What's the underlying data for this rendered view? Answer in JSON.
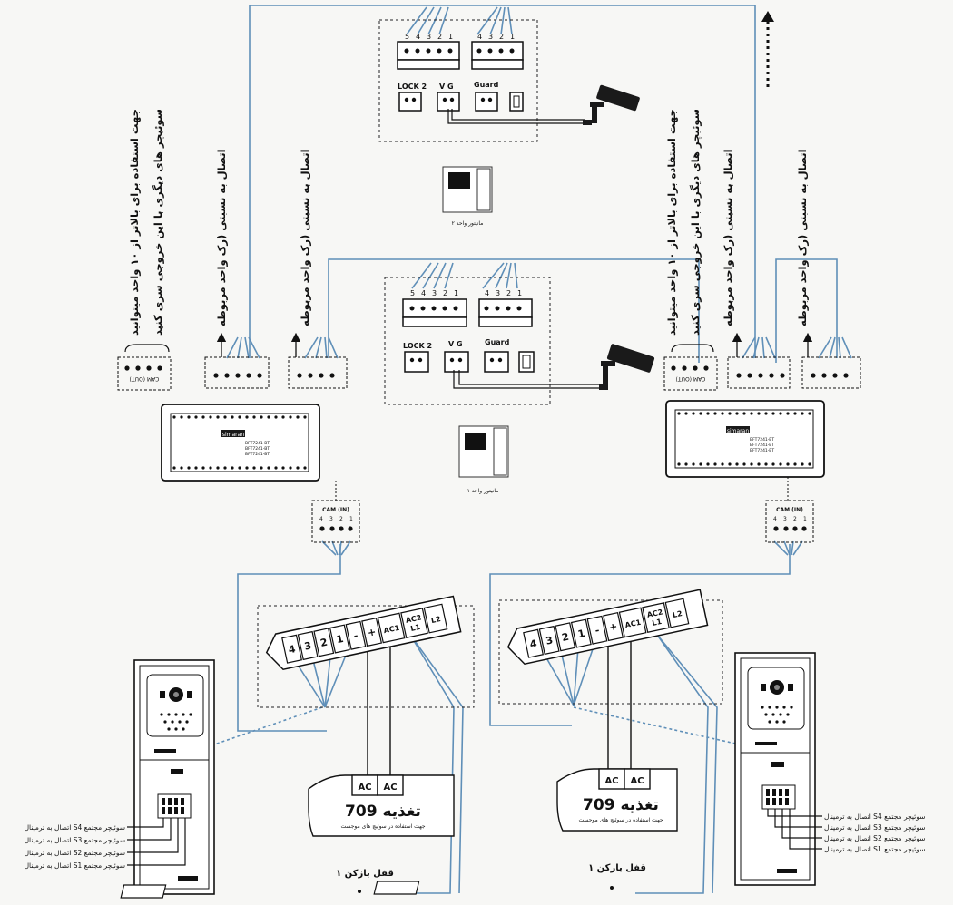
{
  "monitor_top": {
    "lock_label": "LOCK 2",
    "vg_label": "V G",
    "guard_label": "Guard",
    "caption": "مانیتور واحد ۲",
    "term_a": [
      "5",
      "4",
      "3",
      "2",
      "1"
    ],
    "term_b": [
      "4",
      "3",
      "2",
      "1"
    ]
  },
  "monitor_mid": {
    "lock_label": "LOCK 2",
    "vg_label": "V G",
    "guard_label": "Guard",
    "caption": "مانیتور واحد ۱",
    "term_a": [
      "5",
      "4",
      "3",
      "2",
      "1"
    ],
    "term_b": [
      "4",
      "3",
      "2",
      "1"
    ]
  },
  "switcher": {
    "brand": "simaran",
    "cam_out": "CAM (OUT)",
    "cam_in": "CAM (IN)",
    "cam_pins": [
      "4",
      "3",
      "2",
      "1"
    ],
    "model_lines": [
      "BFT7241-BT",
      "BFT7241-BT",
      "BFT7241-BT"
    ]
  },
  "notes": {
    "left_1": "جهت استفاده برای بالاتر از ۱۰ واحد میتوانید",
    "left_2": "سوئیچر های دیگری با این خروجی سری کنید",
    "left_3": "اتصال به نسبتی (رک واحد مربوطه",
    "left_4": "اتصال به نسبتی (رک واحد مربوطه",
    "right_1": "جهت استفاده برای بالاتر از ۱۰ واحد میتوانید",
    "right_2": "سوئیچر های دیگری با این خروجی سری کنید",
    "right_3": "اتصال به نسبتی (رک واحد مربوطه",
    "right_4": "اتصال به نسبتی (رک واحد مربوطه"
  },
  "door_terminal": [
    "4",
    "3",
    "2",
    "1",
    "-",
    "+",
    "AC1",
    "AC2\nL1",
    "L2"
  ],
  "power": {
    "ac_1": "AC",
    "ac_2": "AC",
    "title": "تغذیه 709",
    "subtitle": "جهت استفاده در سوئیچ های موجست"
  },
  "lock": {
    "label": "قفل بازکن ۱"
  },
  "switch_lines_left": [
    "اتصال به ترمینال S4 سوئیچر مجتمع",
    "اتصال به ترمینال S3 سوئیچر مجتمع",
    "اتصال به ترمینال S2 سوئیچر مجتمع",
    "اتصال به ترمینال S1 سوئیچر مجتمع"
  ],
  "switch_lines_right": [
    "اتصال به ترمینال S4 سوئیچر مجتمع",
    "اتصال به ترمینال S3 سوئیچر مجتمع",
    "اتصال به ترمینال S2 سوئیچر مجتمع",
    "اتصال به ترمینال S1 سوئیچر مجتمع"
  ],
  "pin_labels": {
    "out_5": [
      "5",
      "4",
      "3",
      "2",
      "1"
    ],
    "out_4": [
      "4",
      "3",
      "2",
      "1"
    ]
  },
  "colors": {
    "wire": "#5f8fb8",
    "line": "#111111",
    "bg": "#f7f7f5"
  }
}
